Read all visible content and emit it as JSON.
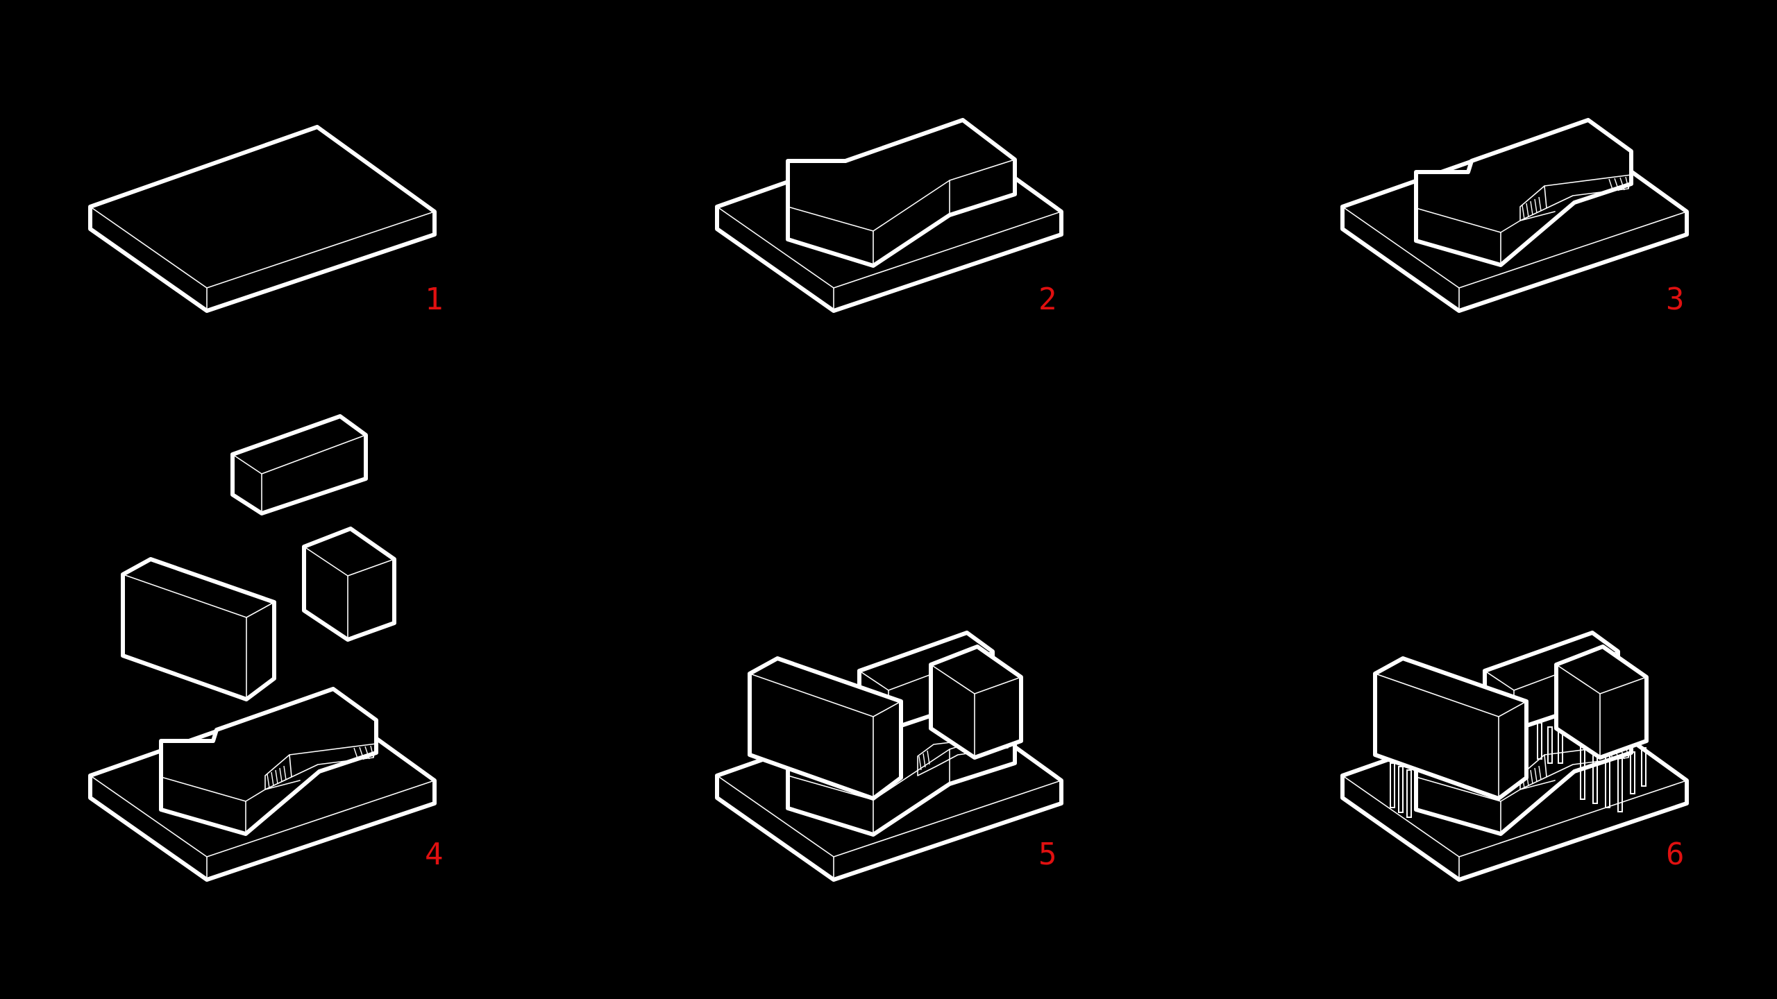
{
  "diagram": {
    "background": "#000000",
    "line_color": "#ffffff",
    "label_color": "#e01010",
    "steps": [
      {
        "label": "1"
      },
      {
        "label": "2"
      },
      {
        "label": "3"
      },
      {
        "label": "4"
      },
      {
        "label": "5"
      },
      {
        "label": "6"
      }
    ]
  }
}
